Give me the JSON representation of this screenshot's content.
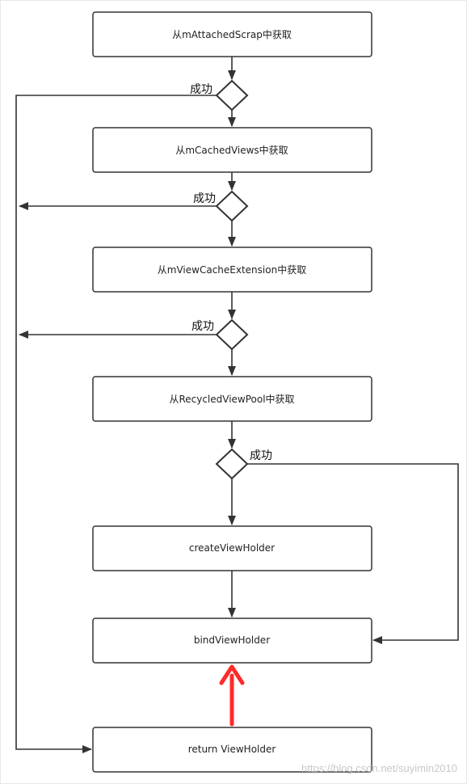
{
  "boxes": {
    "attached_scrap": "从mAttachedScrap中获取",
    "cached_views": "从mCachedViews中获取",
    "view_cache_extension": "从mViewCacheExtension中获取",
    "recycled_view_pool": "从RecycledViewPool中获取",
    "create_view_holder": "createViewHolder",
    "bind_view_holder": "bindViewHolder",
    "return_view_holder": "return ViewHolder"
  },
  "conditions": {
    "success_1": "成功",
    "success_2": "成功",
    "success_3": "成功",
    "success_4": "成功"
  },
  "watermark": "https://blog.csdn.net/suyimin2010",
  "colors": {
    "line": "#333333",
    "highlight_arrow": "#ff2a2a",
    "box_border": "#333333"
  }
}
